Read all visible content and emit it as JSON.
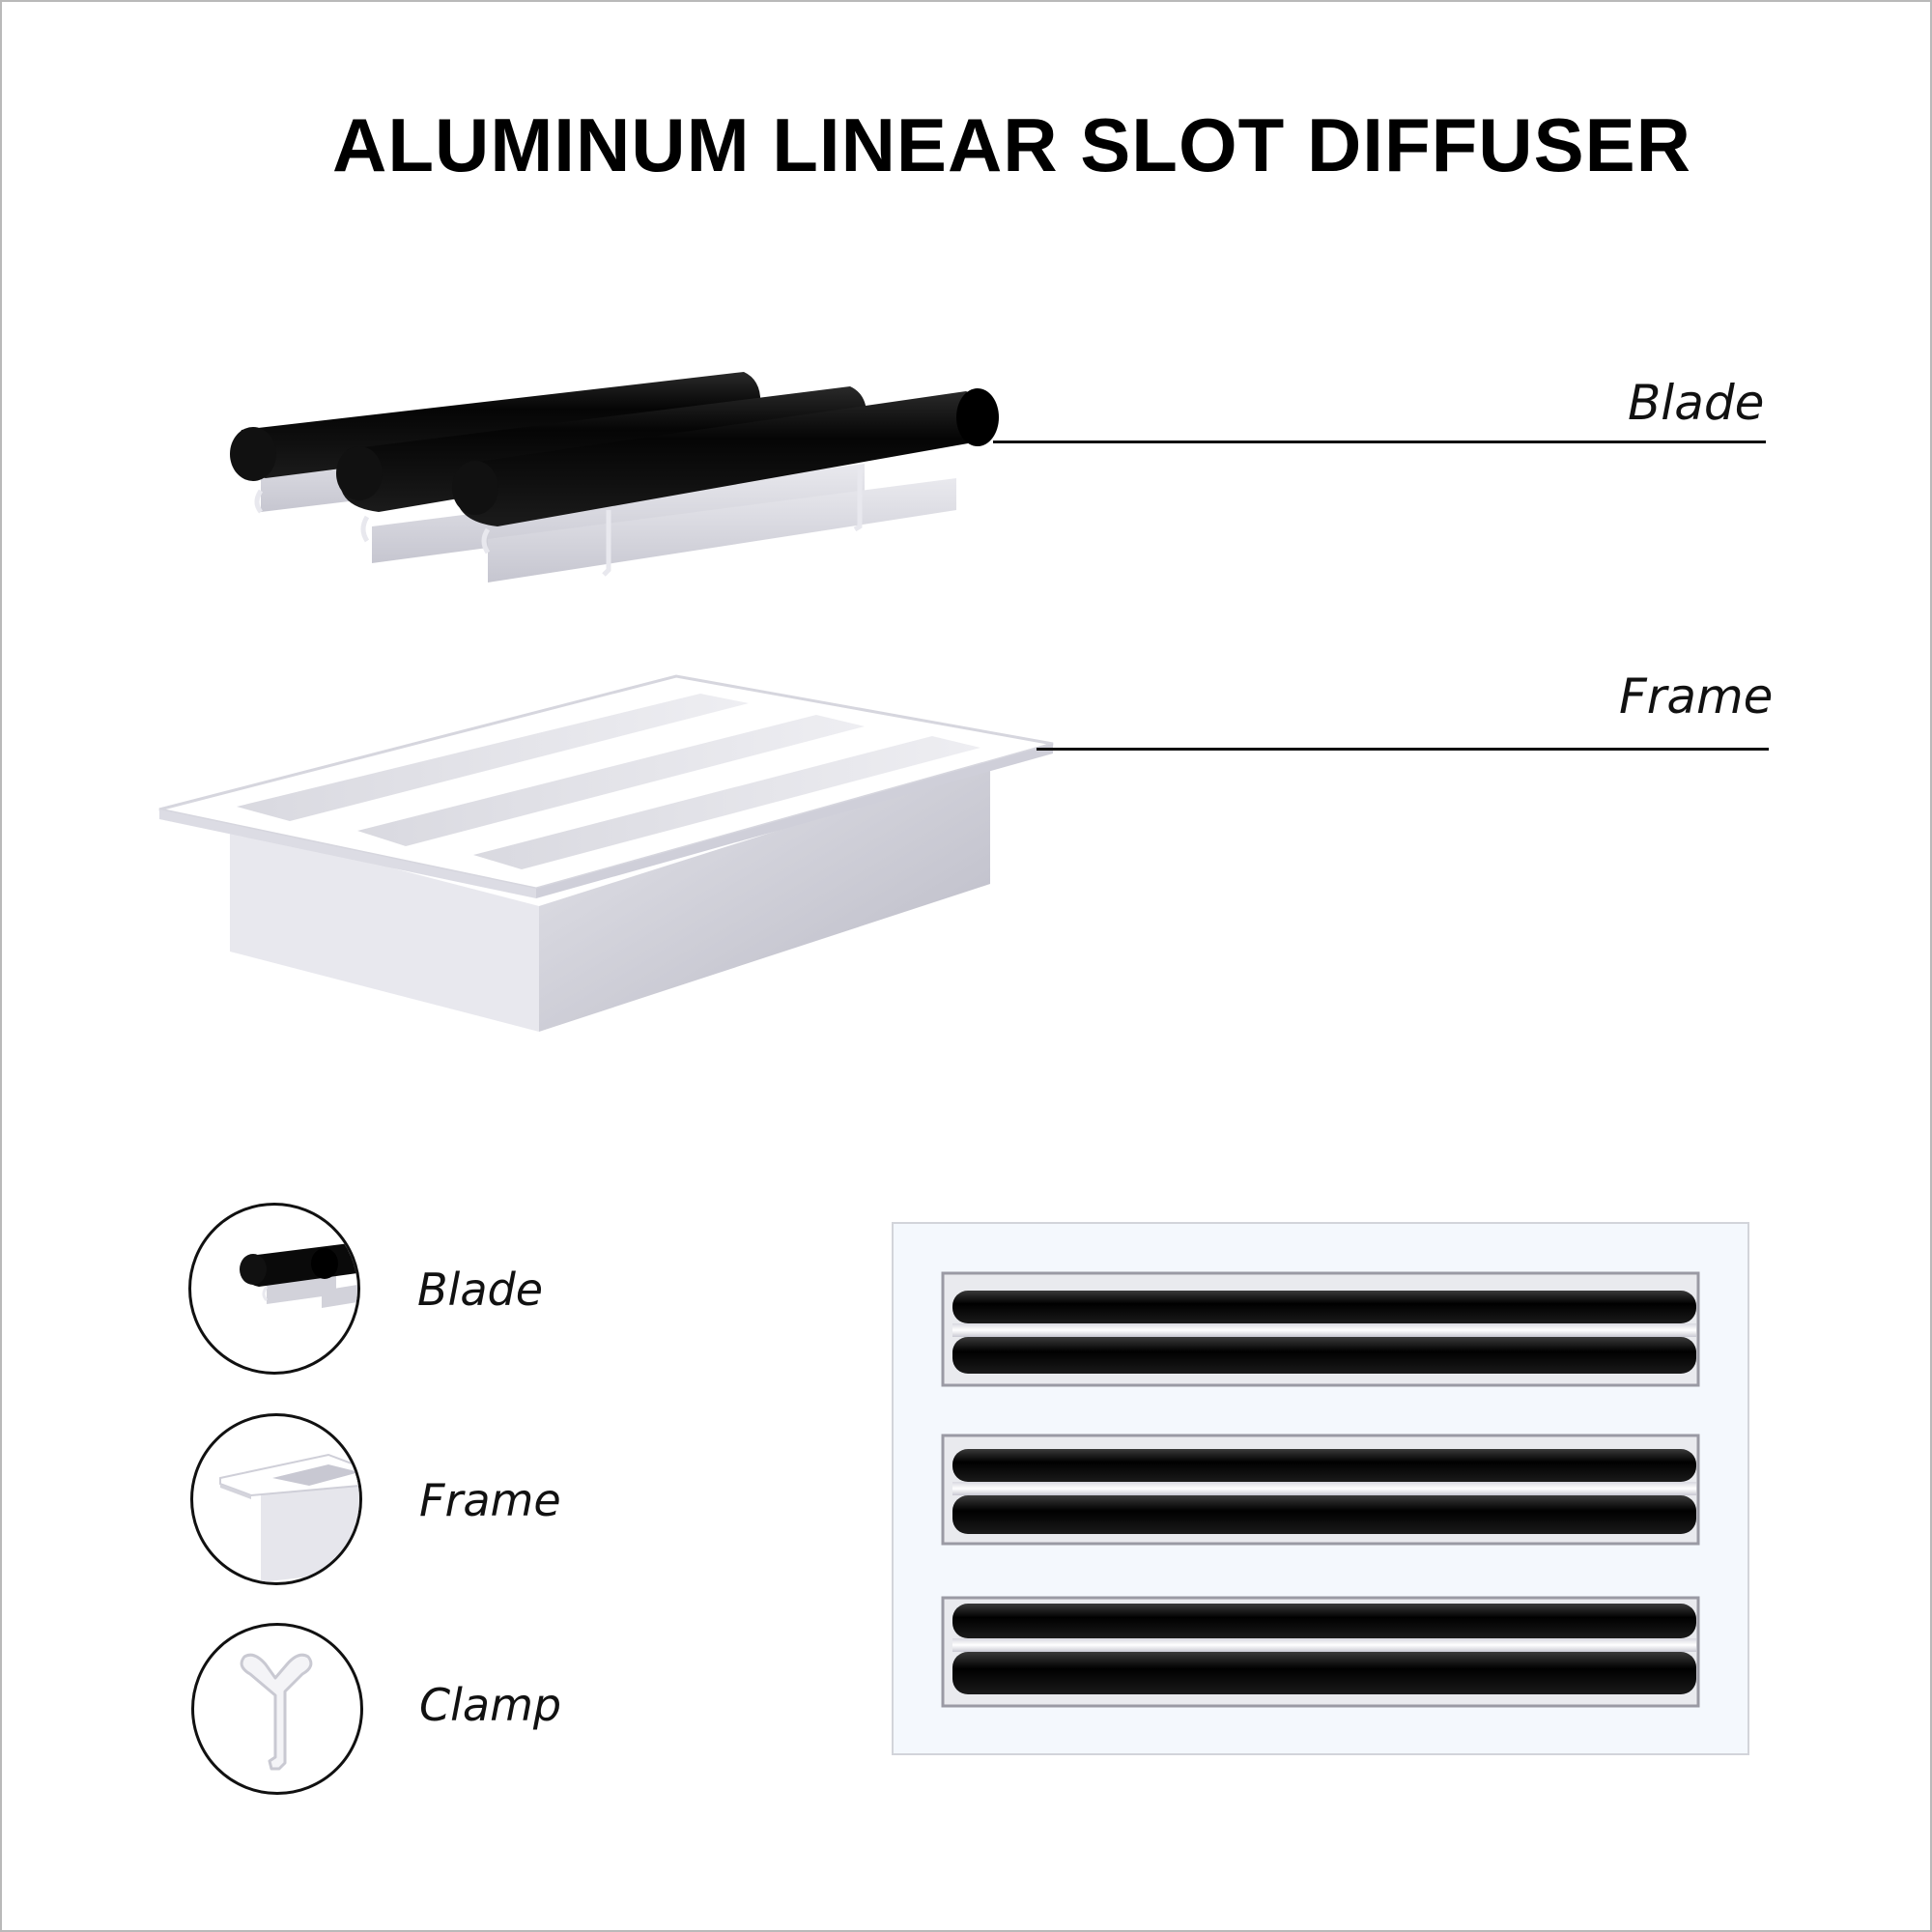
{
  "title": "ALUMINUM LINEAR SLOT DIFFUSER",
  "callouts": {
    "blade": "Blade",
    "frame": "Frame"
  },
  "legend": {
    "items": [
      {
        "label": "Blade",
        "icon": "blade-icon"
      },
      {
        "label": "Frame",
        "icon": "frame-icon"
      },
      {
        "label": "Clamp",
        "icon": "clamp-icon"
      }
    ]
  },
  "colors": {
    "blade": "#0a0a0a",
    "frame": "#ffffff",
    "frame_shadow": "#c9c9d3",
    "clamp": "#f2f2f2",
    "line": "#111111"
  }
}
